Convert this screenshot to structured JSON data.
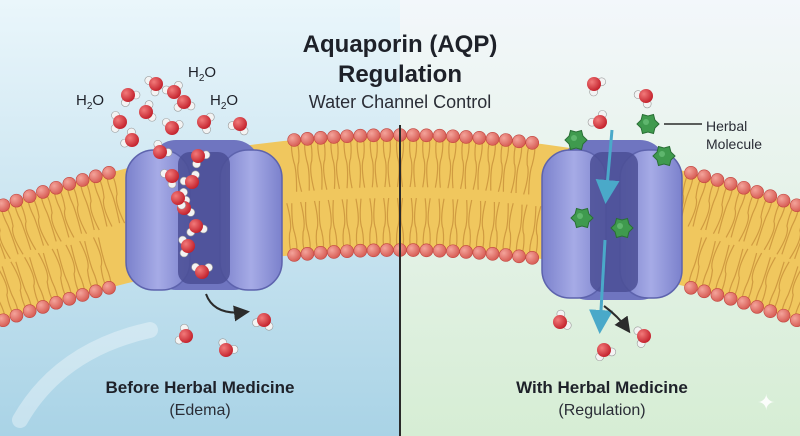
{
  "header": {
    "title_line1": "Aquaporin (AQP)",
    "title_line2": "Regulation",
    "subtitle": "Water Channel Control"
  },
  "water_labels": [
    "H",
    "H",
    "H"
  ],
  "water_sub": "2",
  "water_suffix": "O",
  "left_panel": {
    "title": "Before Herbal Medicine",
    "subtitle": "(Edema)"
  },
  "right_panel": {
    "title": "With Herbal Medicine",
    "subtitle": "(Regulation)"
  },
  "legend": {
    "herbal_line1": "Herbal",
    "herbal_line2": "Molecule"
  },
  "colors": {
    "left_bg": "#bfe0ef",
    "right_bg": "#e2f2e0",
    "lipid_head": "#e0736a",
    "lipid_tail": "#e8b64a",
    "protein": "#8f95d8",
    "water_o": "#d9363e",
    "herbal": "#3f9a4e",
    "arrow_flow": "#4aa9c9"
  }
}
